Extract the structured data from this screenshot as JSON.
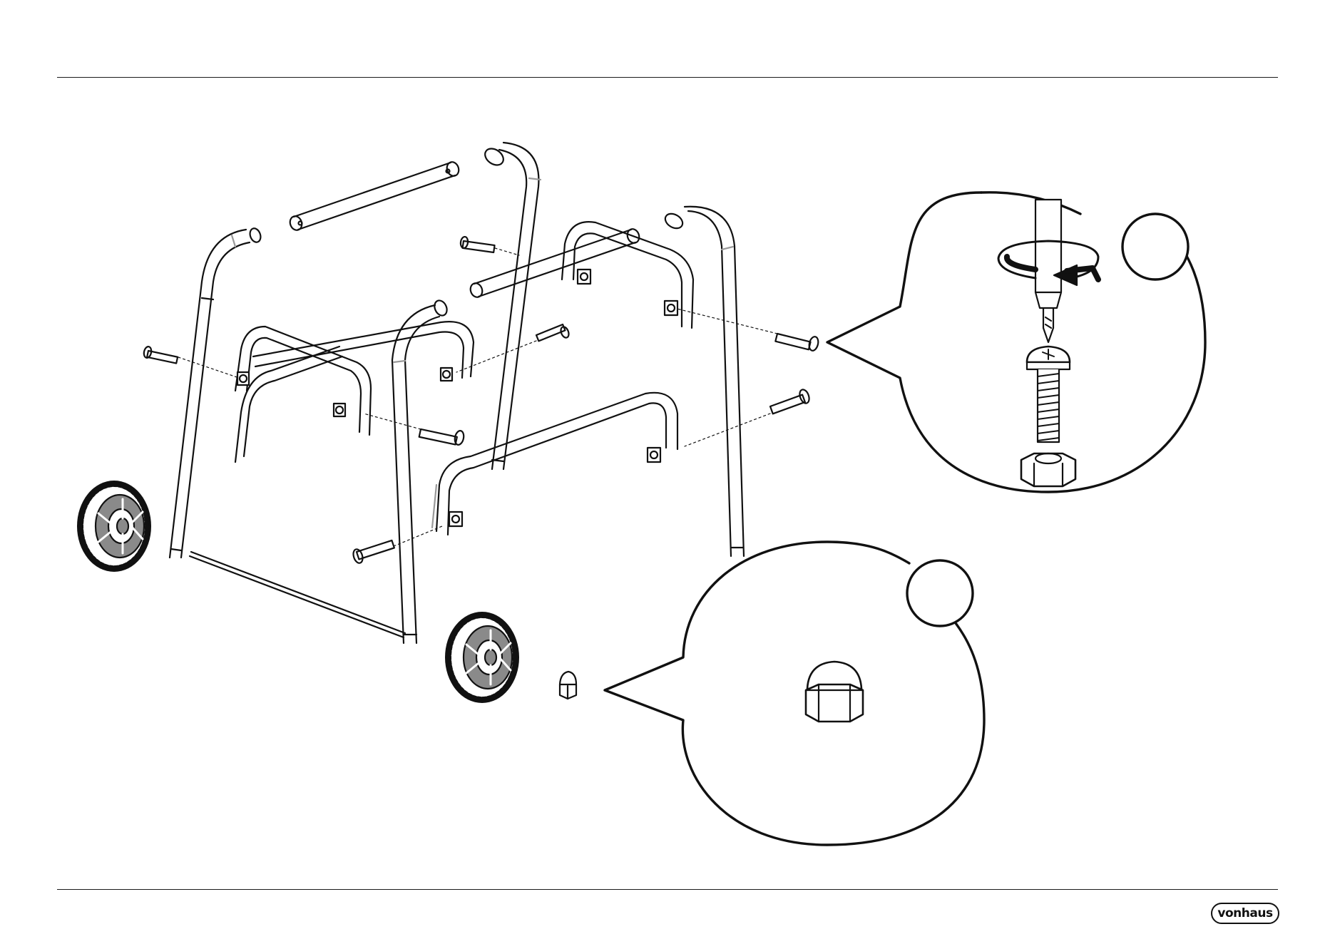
{
  "document": {
    "type": "assembly-instruction-page",
    "brand_logo": "vonhaus",
    "illustration": "exploded-view-frame-assembly",
    "callouts": [
      {
        "name": "screw-nut-detail-callout",
        "content": [
          "screwdriver-icon",
          "rotate-arrow-icon",
          "screw-icon",
          "nut-icon"
        ]
      },
      {
        "name": "cap-nut-detail-callout",
        "content": [
          "cap-nut-icon"
        ]
      }
    ]
  },
  "colors": {
    "line": "#111111",
    "hub": "#8a8a8a",
    "tire": "#111111",
    "paper": "#ffffff"
  }
}
